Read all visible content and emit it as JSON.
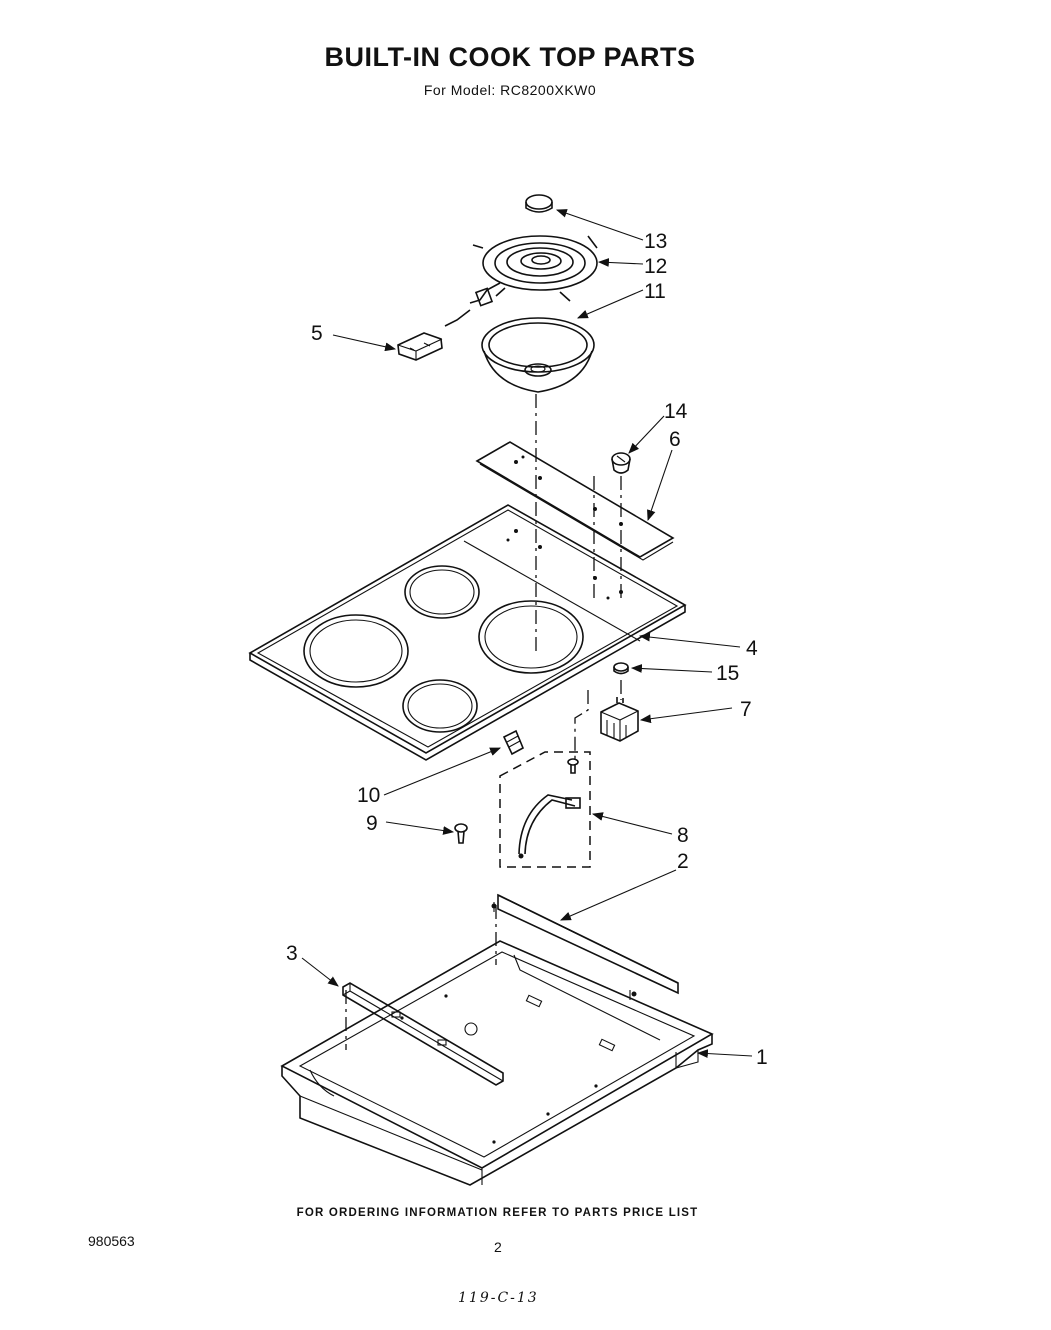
{
  "header": {
    "title": "BUILT-IN COOK TOP PARTS",
    "subtitle": "For Model: RC8200XKW0"
  },
  "callouts": {
    "c1": "1",
    "c2": "2",
    "c3": "3",
    "c4": "4",
    "c5": "5",
    "c6": "6",
    "c7": "7",
    "c8": "8",
    "c9": "9",
    "c10": "10",
    "c11": "11",
    "c12": "12",
    "c13": "13",
    "c14": "14",
    "c15": "15"
  },
  "footer": {
    "ordering_note": "FOR ORDERING INFORMATION REFER TO PARTS PRICE LIST",
    "doc_number": "980563",
    "page_number": "2",
    "handwritten_code": "119-C-13"
  }
}
